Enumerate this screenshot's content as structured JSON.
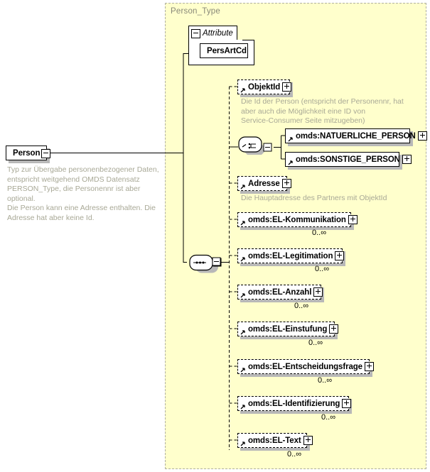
{
  "diagram": {
    "type": "xml-schema-tree",
    "root": {
      "label": "Person",
      "toggle": "minus",
      "annotation": "Typ zur Übergabe personenbezogener Daten,\nentspricht weitgehend OMDS Datensatz\nPERSON_Type, die Personennr ist aber optional.\nDie Person kann eine Adresse enthalten. Die\nAdresse hat aber keine Id."
    },
    "type_container": {
      "title": "Person_Type",
      "background": "#ffffcc",
      "border_color": "#b0b0a0"
    },
    "attribute_group": {
      "title": "Attribute",
      "toggle": "minus",
      "attributes": [
        {
          "label": "PersArtCd"
        }
      ]
    },
    "compositors": [
      {
        "name": "choice",
        "toggle": "minus"
      },
      {
        "name": "sequence",
        "toggle": "minus"
      }
    ],
    "elements": [
      {
        "label": "ObjektId",
        "optional": true,
        "toggle": "plus",
        "annotation": "Die Id der Person (entspricht der Personennr, hat\naber auch die Möglichkeit eine ID von\nService-Consumer Seite mitzugeben)",
        "cardinality": ""
      },
      {
        "label": "omds:NATUERLICHE_PERSON",
        "optional": false,
        "toggle": "plus",
        "annotation": "",
        "cardinality": ""
      },
      {
        "label": "omds:SONSTIGE_PERSON",
        "optional": false,
        "toggle": "plus",
        "annotation": "",
        "cardinality": ""
      },
      {
        "label": "Adresse",
        "optional": true,
        "toggle": "plus",
        "annotation": "Die Hauptadresse des Partners mit ObjektId",
        "cardinality": ""
      },
      {
        "label": "omds:EL-Kommunikation",
        "optional": true,
        "toggle": "plus",
        "annotation": "",
        "cardinality": "0..∞"
      },
      {
        "label": "omds:EL-Legitimation",
        "optional": true,
        "toggle": "plus",
        "annotation": "",
        "cardinality": "0..∞"
      },
      {
        "label": "omds:EL-Anzahl",
        "optional": true,
        "toggle": "plus",
        "annotation": "",
        "cardinality": "0..∞"
      },
      {
        "label": "omds:EL-Einstufung",
        "optional": true,
        "toggle": "plus",
        "annotation": "",
        "cardinality": "0..∞"
      },
      {
        "label": "omds:EL-Entscheidungsfrage",
        "optional": true,
        "toggle": "plus",
        "annotation": "",
        "cardinality": "0..∞"
      },
      {
        "label": "omds:EL-Identifizierung",
        "optional": true,
        "toggle": "plus",
        "annotation": "",
        "cardinality": "0..∞"
      },
      {
        "label": "omds:EL-Text",
        "optional": true,
        "toggle": "plus",
        "annotation": "",
        "cardinality": "0..∞"
      }
    ],
    "colors": {
      "container_bg": "#ffffcc",
      "annotation_text": "#a8a896",
      "title_text": "#888878",
      "line": "#000000",
      "shadow": "#b8b8b8"
    }
  }
}
